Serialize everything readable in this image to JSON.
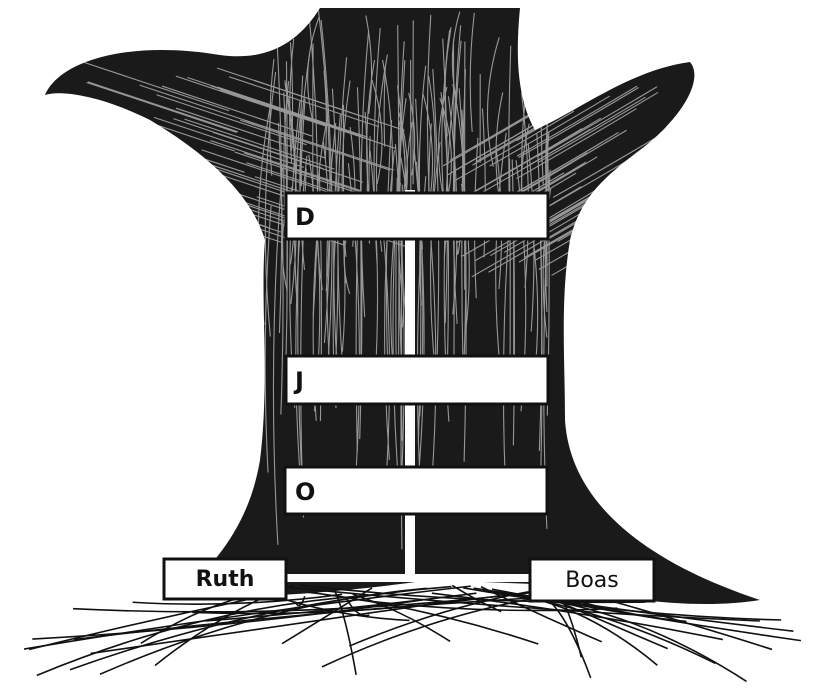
{
  "diagram": {
    "generations": [
      {
        "id": "D",
        "label": "D"
      },
      {
        "id": "J",
        "label": "J"
      },
      {
        "id": "O",
        "label": "O"
      }
    ],
    "couple": {
      "left": "Ruth",
      "right": "Boas"
    },
    "colors": {
      "ink": "#111111",
      "paper": "#ffffff"
    }
  }
}
